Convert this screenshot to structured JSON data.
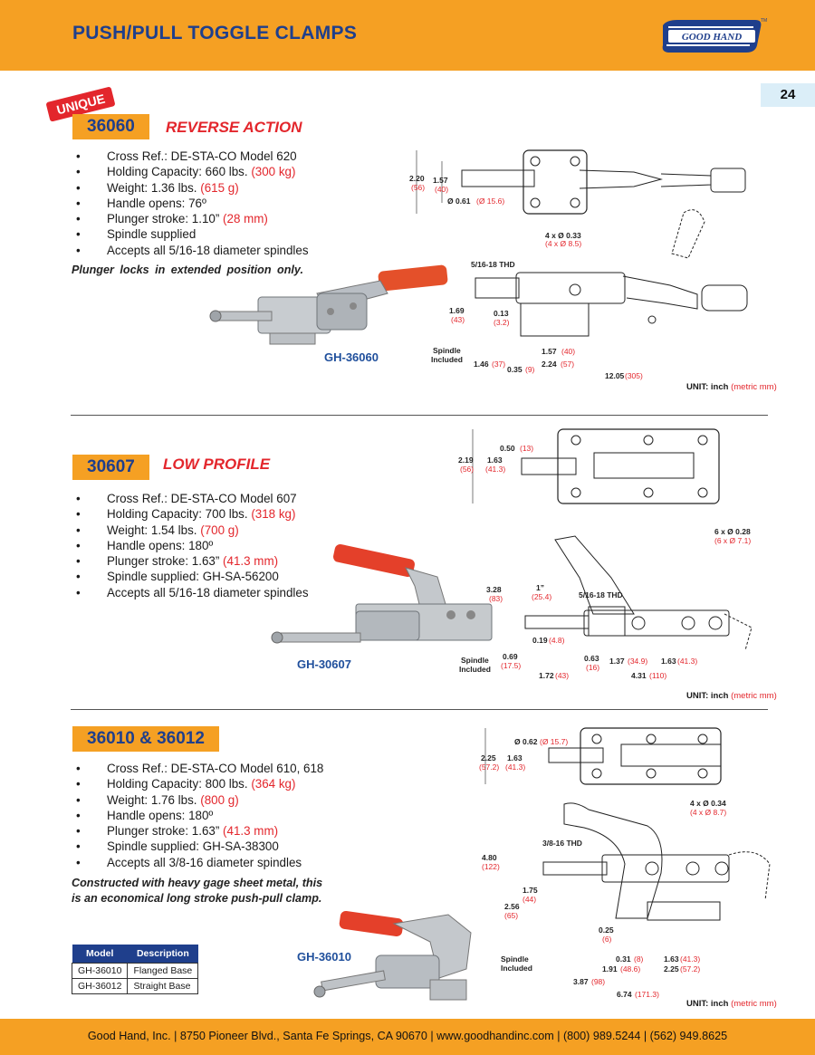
{
  "header": {
    "title": "PUSH/PULL TOGGLE CLAMPS",
    "logo_text": "GOOD HAND",
    "logo_tm": "TM"
  },
  "page_number": "24",
  "sections": [
    {
      "badge": "UNIQUE",
      "model": "36060",
      "subtitle": "REVERSE ACTION",
      "specs": [
        {
          "text": "Cross Ref.: DE-STA-CO Model 620",
          "metric": ""
        },
        {
          "text": "Holding Capacity: 660 lbs.",
          "metric": "(300 kg)"
        },
        {
          "text": "Weight: 1.36 lbs.",
          "metric": "(615 g)"
        },
        {
          "text": "Handle opens: 76º",
          "metric": ""
        },
        {
          "text": "Plunger stroke: 1.10”",
          "metric": "(28 mm)"
        },
        {
          "text": "Spindle supplied",
          "metric": ""
        },
        {
          "text": "Accepts all 5/16-18 diameter spindles",
          "metric": ""
        }
      ],
      "note": "Plunger locks in extended position only.",
      "product_label": "GH-36060",
      "unit": {
        "text": "UNIT: inch",
        "metric": "(metric mm)"
      },
      "dims": {
        "d1": "2.20",
        "d1m": "(56)",
        "d2": "1.57",
        "d2m": "(40)",
        "d3": "Ø 0.61",
        "d3m": "(Ø 15.6)",
        "d4": "4 x Ø 0.33",
        "d4m": "(4 x Ø 8.5)",
        "thd": "5/16-18 THD",
        "d5": "1.69",
        "d5m": "(43)",
        "d6": "0.13",
        "d6m": "(3.2)",
        "spindle": "Spindle",
        "included": "Included",
        "d7": "1.57",
        "d7m": "(40)",
        "d8": "1.46",
        "d8m": "(37)",
        "d9": "2.24",
        "d9m": "(57)",
        "d10": "0.35",
        "d10m": "(9)",
        "d11": "12.05",
        "d11m": "(305)"
      }
    },
    {
      "model": "30607",
      "subtitle": "LOW PROFILE",
      "specs": [
        {
          "text": "Cross Ref.: DE-STA-CO Model 607",
          "metric": ""
        },
        {
          "text": "Holding Capacity: 700 lbs.",
          "metric": "(318 kg)"
        },
        {
          "text": "Weight: 1.54 lbs.",
          "metric": "(700 g)"
        },
        {
          "text": "Handle opens: 180º",
          "metric": ""
        },
        {
          "text": "Plunger stroke: 1.63”",
          "metric": "(41.3 mm)"
        },
        {
          "text": "Spindle supplied: GH-SA-56200",
          "metric": ""
        },
        {
          "text": "Accepts all 5/16-18 diameter spindles",
          "metric": ""
        }
      ],
      "product_label": "GH-30607",
      "unit": {
        "text": "UNIT: inch",
        "metric": "(metric mm)"
      },
      "dims": {
        "d1": "0.50",
        "d1m": "(13)",
        "d2": "2.19",
        "d2m": "(56)",
        "d3": "1.63",
        "d3m": "(41.3)",
        "d4": "6 x Ø 0.28",
        "d4m": "(6 x Ø 7.1)",
        "d5": "3.28",
        "d5m": "(83)",
        "d6": "1”",
        "d6m": "(25.4)",
        "thd": "5/16-18 THD",
        "d7": "0.19",
        "d7m": "(4.8)",
        "d8": "0.69",
        "d8m": "(17.5)",
        "d9": "0.63",
        "d9m": "(16)",
        "d10": "1.37",
        "d10m": "(34.9)",
        "d11": "1.63",
        "d11m": "(41.3)",
        "d12": "1.72",
        "d12m": "(43)",
        "d13": "4.31",
        "d13m": "(110)",
        "spindle": "Spindle",
        "included": "Included"
      }
    },
    {
      "model": "36010 & 36012",
      "specs": [
        {
          "text": "Cross Ref.: DE-STA-CO Model 610, 618",
          "metric": ""
        },
        {
          "text": "Holding Capacity: 800 lbs.",
          "metric": "(364 kg)"
        },
        {
          "text": "Weight: 1.76 lbs.",
          "metric": "(800 g)"
        },
        {
          "text": "Handle opens: 180º",
          "metric": ""
        },
        {
          "text": "Plunger stroke: 1.63”",
          "metric": "(41.3 mm)"
        },
        {
          "text": "Spindle supplied: GH-SA-38300",
          "metric": ""
        },
        {
          "text": "Accepts all 3/8-16 diameter spindles",
          "metric": ""
        }
      ],
      "note_line1": "Constructed with heavy gage sheet metal, this",
      "note_line2": "is an economical long stroke push-pull clamp.",
      "product_label": "GH-36010",
      "table": {
        "headers": [
          "Model",
          "Description"
        ],
        "rows": [
          [
            "GH-36010",
            "Flanged Base"
          ],
          [
            "GH-36012",
            "Straight Base"
          ]
        ]
      },
      "unit": {
        "text": "UNIT: inch",
        "metric": "(metric mm)"
      },
      "dims": {
        "d1": "Ø 0.62",
        "d1m": "(Ø 15.7)",
        "d2": "2.25",
        "d2m": "(57.2)",
        "d3": "1.63",
        "d3m": "(41.3)",
        "d4": "4 x Ø 0.34",
        "d4m": "(4 x Ø 8.7)",
        "thd": "3/8-16 THD",
        "d5": "4.80",
        "d5m": "(122)",
        "d6": "1.75",
        "d6m": "(44)",
        "d7": "2.56",
        "d7m": "(65)",
        "d8": "0.25",
        "d8m": "(6)",
        "d9": "0.31",
        "d9m": "(8)",
        "d10": "1.63",
        "d10m": "(41.3)",
        "d11": "1.91",
        "d11m": "(48.6)",
        "d12": "2.25",
        "d12m": "(57.2)",
        "d13": "3.87",
        "d13m": "(98)",
        "d14": "6.74",
        "d14m": "(171.3)",
        "spindle": "Spindle",
        "included": "Included"
      }
    }
  ],
  "footer": "Good Hand, Inc.  |  8750 Pioneer Blvd., Santa Fe Springs, CA 90670  |  www.goodhandinc.com  |  (800) 989.5244  |  (562) 949.8625",
  "colors": {
    "accent": "#f5a023",
    "navy": "#1f3f8c",
    "red": "#e3262c",
    "page_tab": "#dbeef8"
  }
}
